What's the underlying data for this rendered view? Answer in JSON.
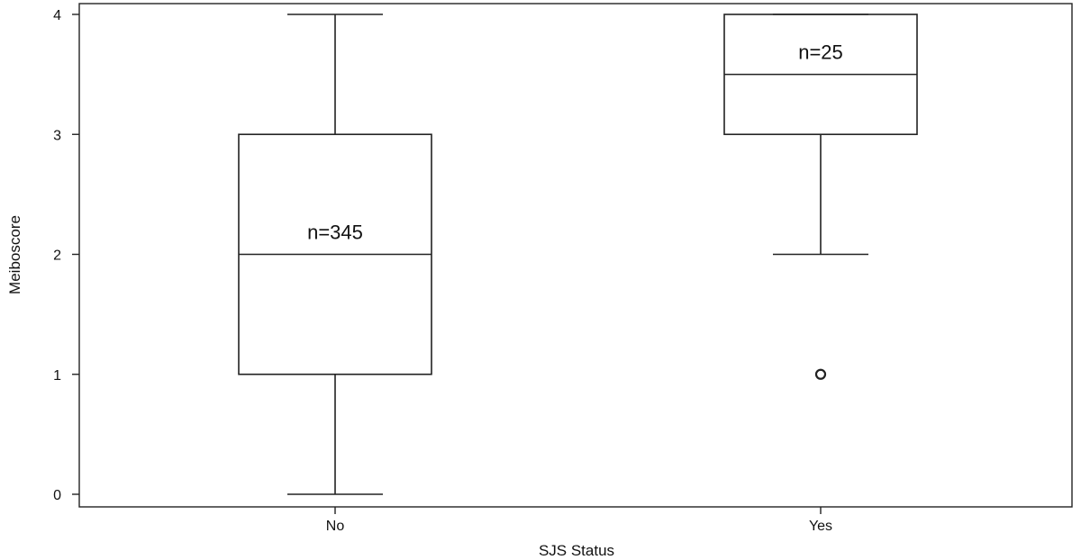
{
  "chart_data": {
    "type": "box",
    "xlabel": "SJS Status",
    "ylabel": "Meiboscore",
    "ylim": [
      0,
      4
    ],
    "yticks": [
      0,
      1,
      2,
      3,
      4
    ],
    "categories": [
      "No",
      "Yes"
    ],
    "boxes": [
      {
        "category": "No",
        "min": 0,
        "q1": 1,
        "median": 2,
        "q3": 3,
        "max": 4,
        "outliers": [],
        "n_label": "n=345"
      },
      {
        "category": "Yes",
        "min": 2,
        "q1": 3,
        "median": 3.5,
        "q3": 4,
        "max": 4,
        "outliers": [
          1
        ],
        "n_label": "n=25"
      }
    ],
    "grid": false,
    "legend": "none"
  }
}
